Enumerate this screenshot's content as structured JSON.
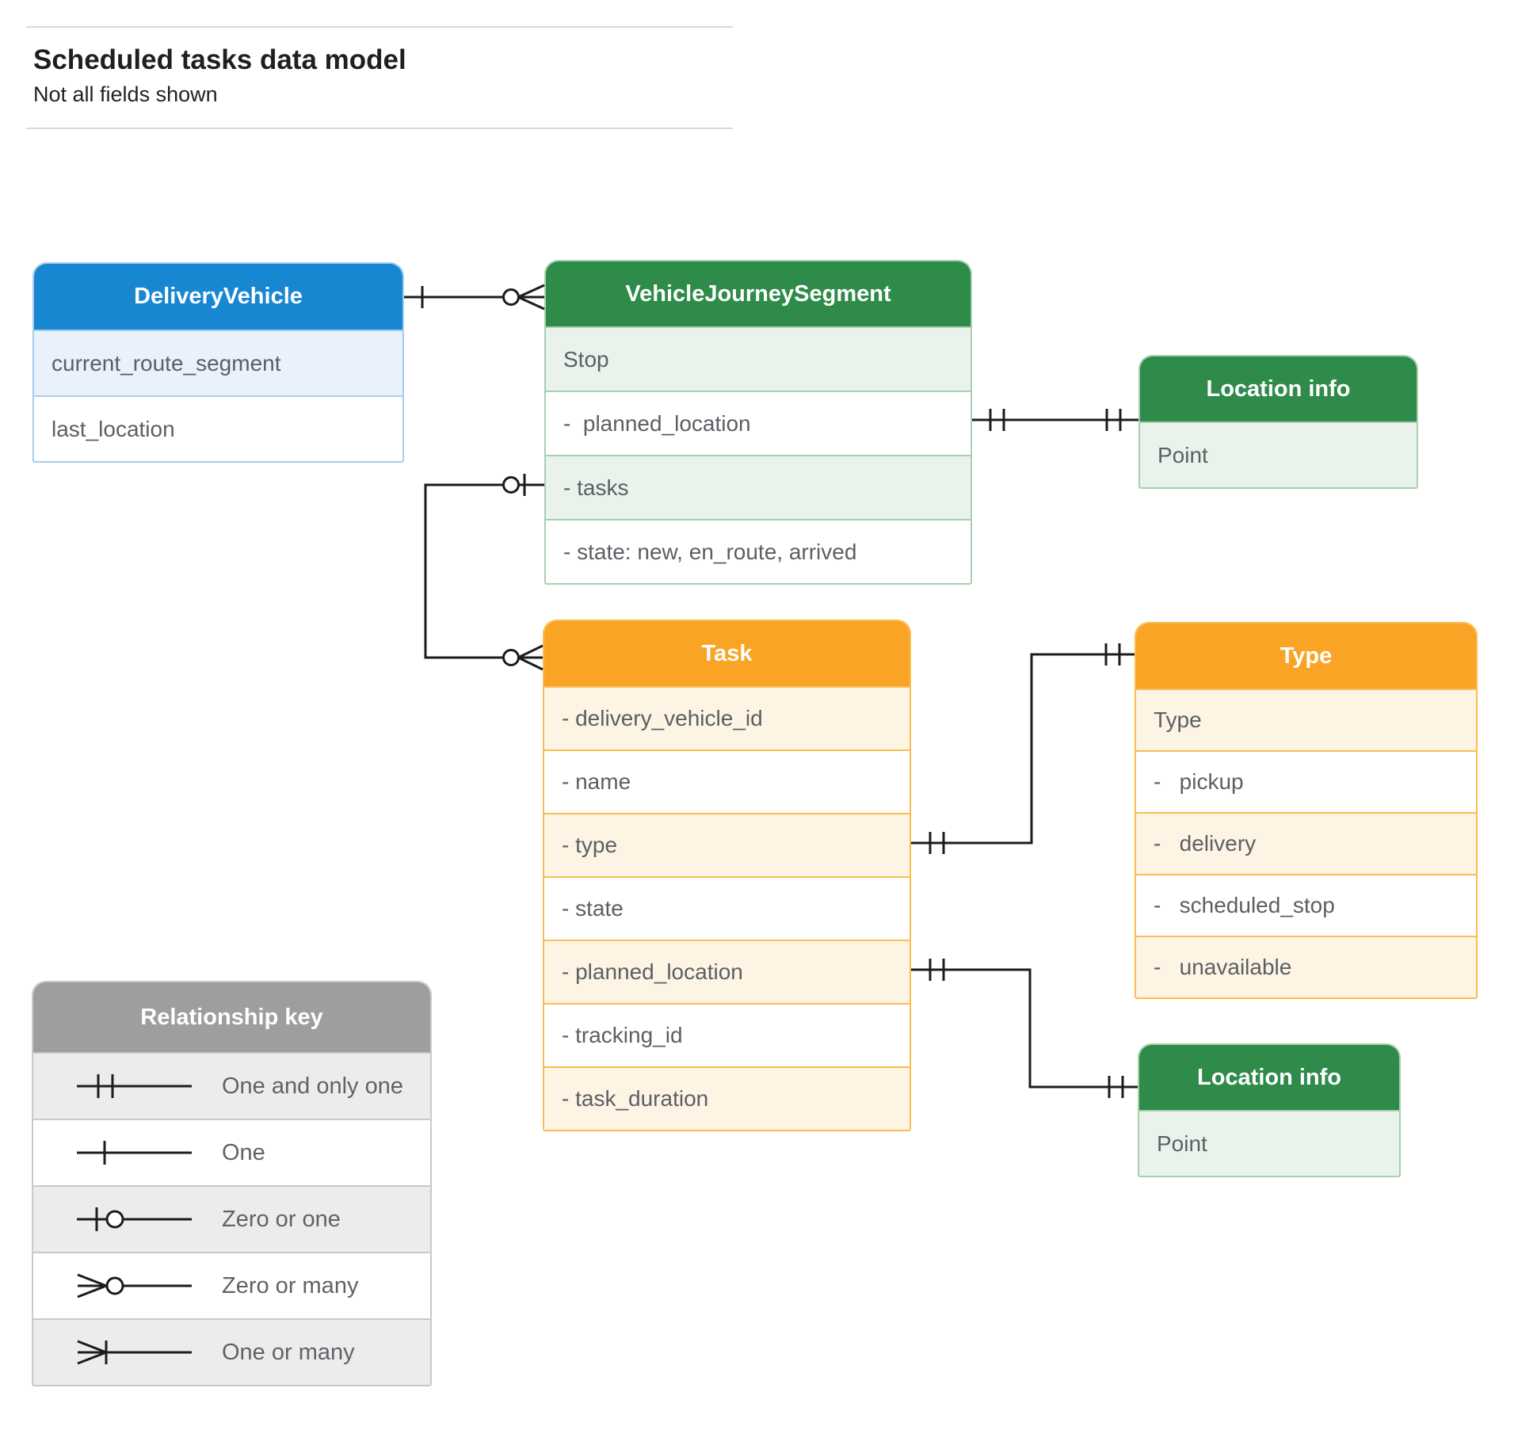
{
  "header": {
    "title": "Scheduled tasks data model",
    "subtitle": "Not all fields shown"
  },
  "colors": {
    "blue_header": "#1887d2",
    "blue_row": "#e9f1fb",
    "green_header": "#2e8b4a",
    "green_row": "#e9f3eb",
    "orange_header": "#f9a425",
    "orange_row": "#fdf4e4",
    "gray_header": "#9e9e9e",
    "gray_row": "#ececec",
    "connector_line": "#1c1c1c"
  },
  "entities": {
    "delivery_vehicle": {
      "title": "DeliveryVehicle",
      "rows": [
        "current_route_segment",
        "last_location"
      ]
    },
    "vehicle_journey_segment": {
      "title": "VehicleJourneySegment",
      "rows": [
        "Stop",
        "-  planned_location",
        "- tasks",
        "- state: new, en_route, arrived"
      ]
    },
    "location_info_top": {
      "title": "Location info",
      "rows": [
        "Point"
      ]
    },
    "task": {
      "title": "Task",
      "rows": [
        "- delivery_vehicle_id",
        "- name",
        "- type",
        "- state",
        "- planned_location",
        "- tracking_id",
        "- task_duration"
      ]
    },
    "type": {
      "title": "Type",
      "rows": [
        "Type",
        "-   pickup",
        "-   delivery",
        "-   scheduled_stop",
        "-   unavailable"
      ]
    },
    "location_info_bottom": {
      "title": "Location info",
      "rows": [
        "Point"
      ]
    }
  },
  "legend": {
    "title": "Relationship key",
    "items": [
      "One and only one",
      "One",
      "Zero or one",
      "Zero or many",
      "One or many"
    ]
  },
  "relationships": [
    {
      "from": "DeliveryVehicle",
      "from_cardinality": "one",
      "to": "VehicleJourneySegment",
      "to_cardinality": "zero or many"
    },
    {
      "from": "VehicleJourneySegment.planned_location",
      "from_cardinality": "one and only one",
      "to": "Location info",
      "to_cardinality": "one and only one"
    },
    {
      "from": "VehicleJourneySegment.tasks",
      "from_cardinality": "zero or one",
      "to": "Task",
      "to_cardinality": "zero or many"
    },
    {
      "from": "Task.type",
      "from_cardinality": "one and only one",
      "to": "Type",
      "to_cardinality": "one and only one"
    },
    {
      "from": "Task.planned_location",
      "from_cardinality": "one and only one",
      "to": "Location info",
      "to_cardinality": "one and only one"
    }
  ]
}
